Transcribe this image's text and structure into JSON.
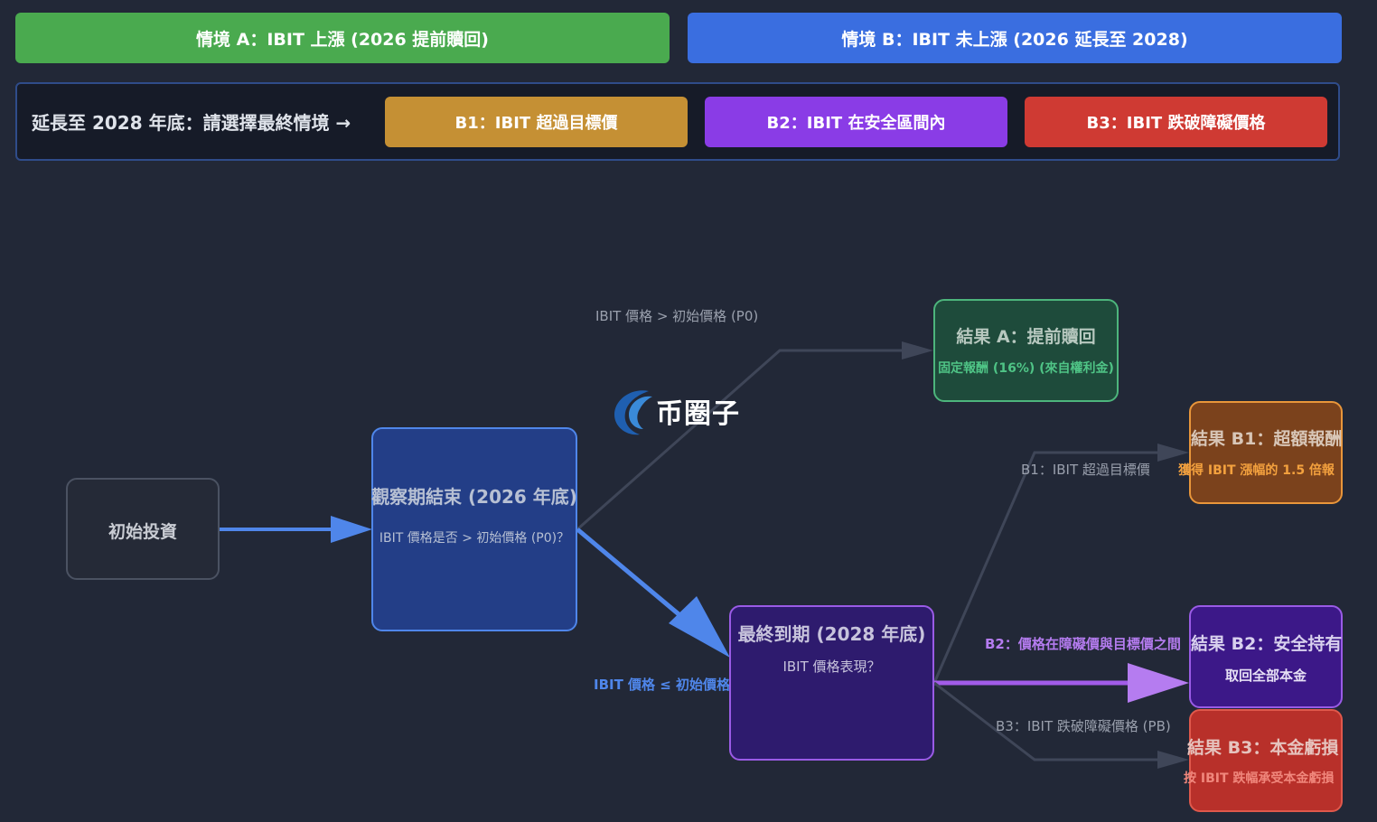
{
  "scenarios": {
    "a_label": "情境 A：IBIT 上漲 (2026 提前贖回)",
    "b_label": "情境 B：IBIT 未上漲 (2026 延長至 2028)"
  },
  "selector": {
    "prompt": "延長至 2028 年底：請選擇最終情境 →",
    "b1_label": "B1：IBIT 超過目標價",
    "b2_label": "B2：IBIT 在安全區間內",
    "b3_label": "B3：IBIT 跌破障礙價格"
  },
  "nodes": {
    "start": {
      "title": "初始投資"
    },
    "observe": {
      "title": "觀察期結束 (2026 年底)",
      "subtitle": "IBIT 價格是否 > 初始價格 (P0)？"
    },
    "resultA": {
      "title": "結果 A：提前贖回",
      "subtitle": "固定報酬 (16%) (來自權利金)"
    },
    "final": {
      "title": "最終到期 (2028 年底)",
      "subtitle": "IBIT 價格表現？"
    },
    "resultB1": {
      "title": "結果 B1：超額報酬",
      "subtitle": "獲得 IBIT 漲幅的 1.5 倍報"
    },
    "resultB2": {
      "title": "結果 B2：安全持有",
      "subtitle": "取回全部本金"
    },
    "resultB3": {
      "title": "結果 B3：本金虧損",
      "subtitle": "按 IBIT 跌幅承受本金虧損"
    }
  },
  "edges": {
    "up": "IBIT 價格 > 初始價格 (P0)",
    "down": "IBIT 價格 ≤ 初始價格",
    "b1": "B1：IBIT 超過目標價",
    "b2": "B2：價格在障礙價與目標價之間",
    "b3": "B3：IBIT 跌破障礙價格 (PB)"
  },
  "watermark": {
    "text": "币圈子"
  },
  "colors": {
    "green": "#4aaa4f",
    "blue": "#3a6ee0",
    "gold": "#c59034",
    "purple": "#8a3ce6",
    "red": "#cf3a33",
    "active_arrow_blue": "#4f86ea",
    "active_arrow_purple": "#a25ce8"
  }
}
